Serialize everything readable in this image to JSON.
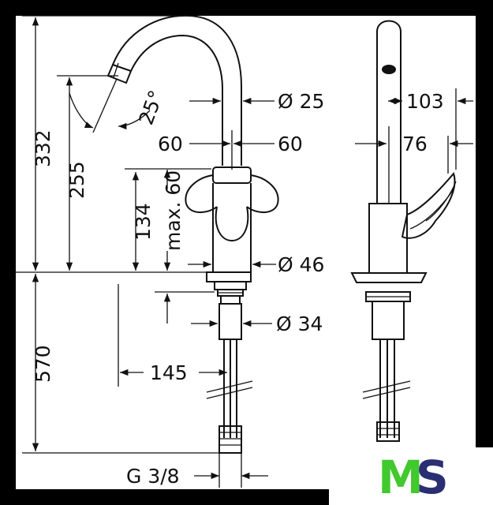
{
  "dimensions": {
    "total_height": "332",
    "spout_height": "255",
    "handle_height": "134",
    "max_lift": "max. 60",
    "spout_diameter": "Ø 25",
    "handle_left": "60",
    "handle_right": "60",
    "body_diameter": "Ø 46",
    "shank_diameter": "Ø 34",
    "below_counter": "570",
    "spout_reach": "145",
    "thread": "G 3/8",
    "swivel_angle": "25°",
    "side_depth": "103",
    "side_handle": "76"
  },
  "logo": {
    "m": "M",
    "s": "S"
  },
  "colors": {
    "ink": "#111111",
    "logo_green": "#41c92e",
    "logo_navy": "#2a2f73"
  }
}
